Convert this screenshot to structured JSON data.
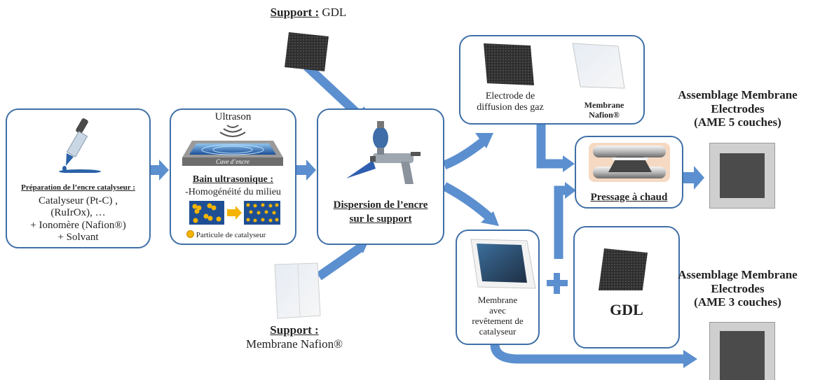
{
  "support_gdl": {
    "label": "Support :",
    "value": "GDL"
  },
  "support_membrane": {
    "label": "Support :",
    "value": "Membrane Nafion®"
  },
  "prep": {
    "title": "Préparation de l’encre catalyseur :",
    "lines": [
      "Catalyseur (Pt-C) ,",
      "(RuIrOx), …",
      "+ Ionomère (Nafion®)",
      "+ Solvant"
    ]
  },
  "ultrason": {
    "label": "Ultrason",
    "tank_label": "Cuve d’encre",
    "bath_title": "Bain ultrasonique :",
    "bath_line": "-Homogénéité du milieu",
    "legend": "Particule de catalyseur"
  },
  "dispersion": {
    "line1": "Dispersion de l’encre",
    "line2": "sur  le support"
  },
  "top_box": {
    "electrode": [
      "Electrode de",
      "diffusion des gaz"
    ],
    "membrane": [
      "Membrane",
      "Nafion®"
    ]
  },
  "pressage": "Pressage à chaud",
  "ame5": [
    "Assemblage Membrane",
    "Electrodes",
    "(AME 5 couches)"
  ],
  "ame3": [
    "Assemblage Membrane",
    "Electrodes",
    "(AME 3 couches)"
  ],
  "ccm": [
    "Membrane",
    "avec",
    "revêtement de",
    "catalyseur"
  ],
  "gdl_box": "GDL",
  "colors": {
    "border": "#3f6fa6",
    "arrow": "#5b8fcf",
    "dark": "#3a3a3a",
    "particle": "#f4b400"
  }
}
